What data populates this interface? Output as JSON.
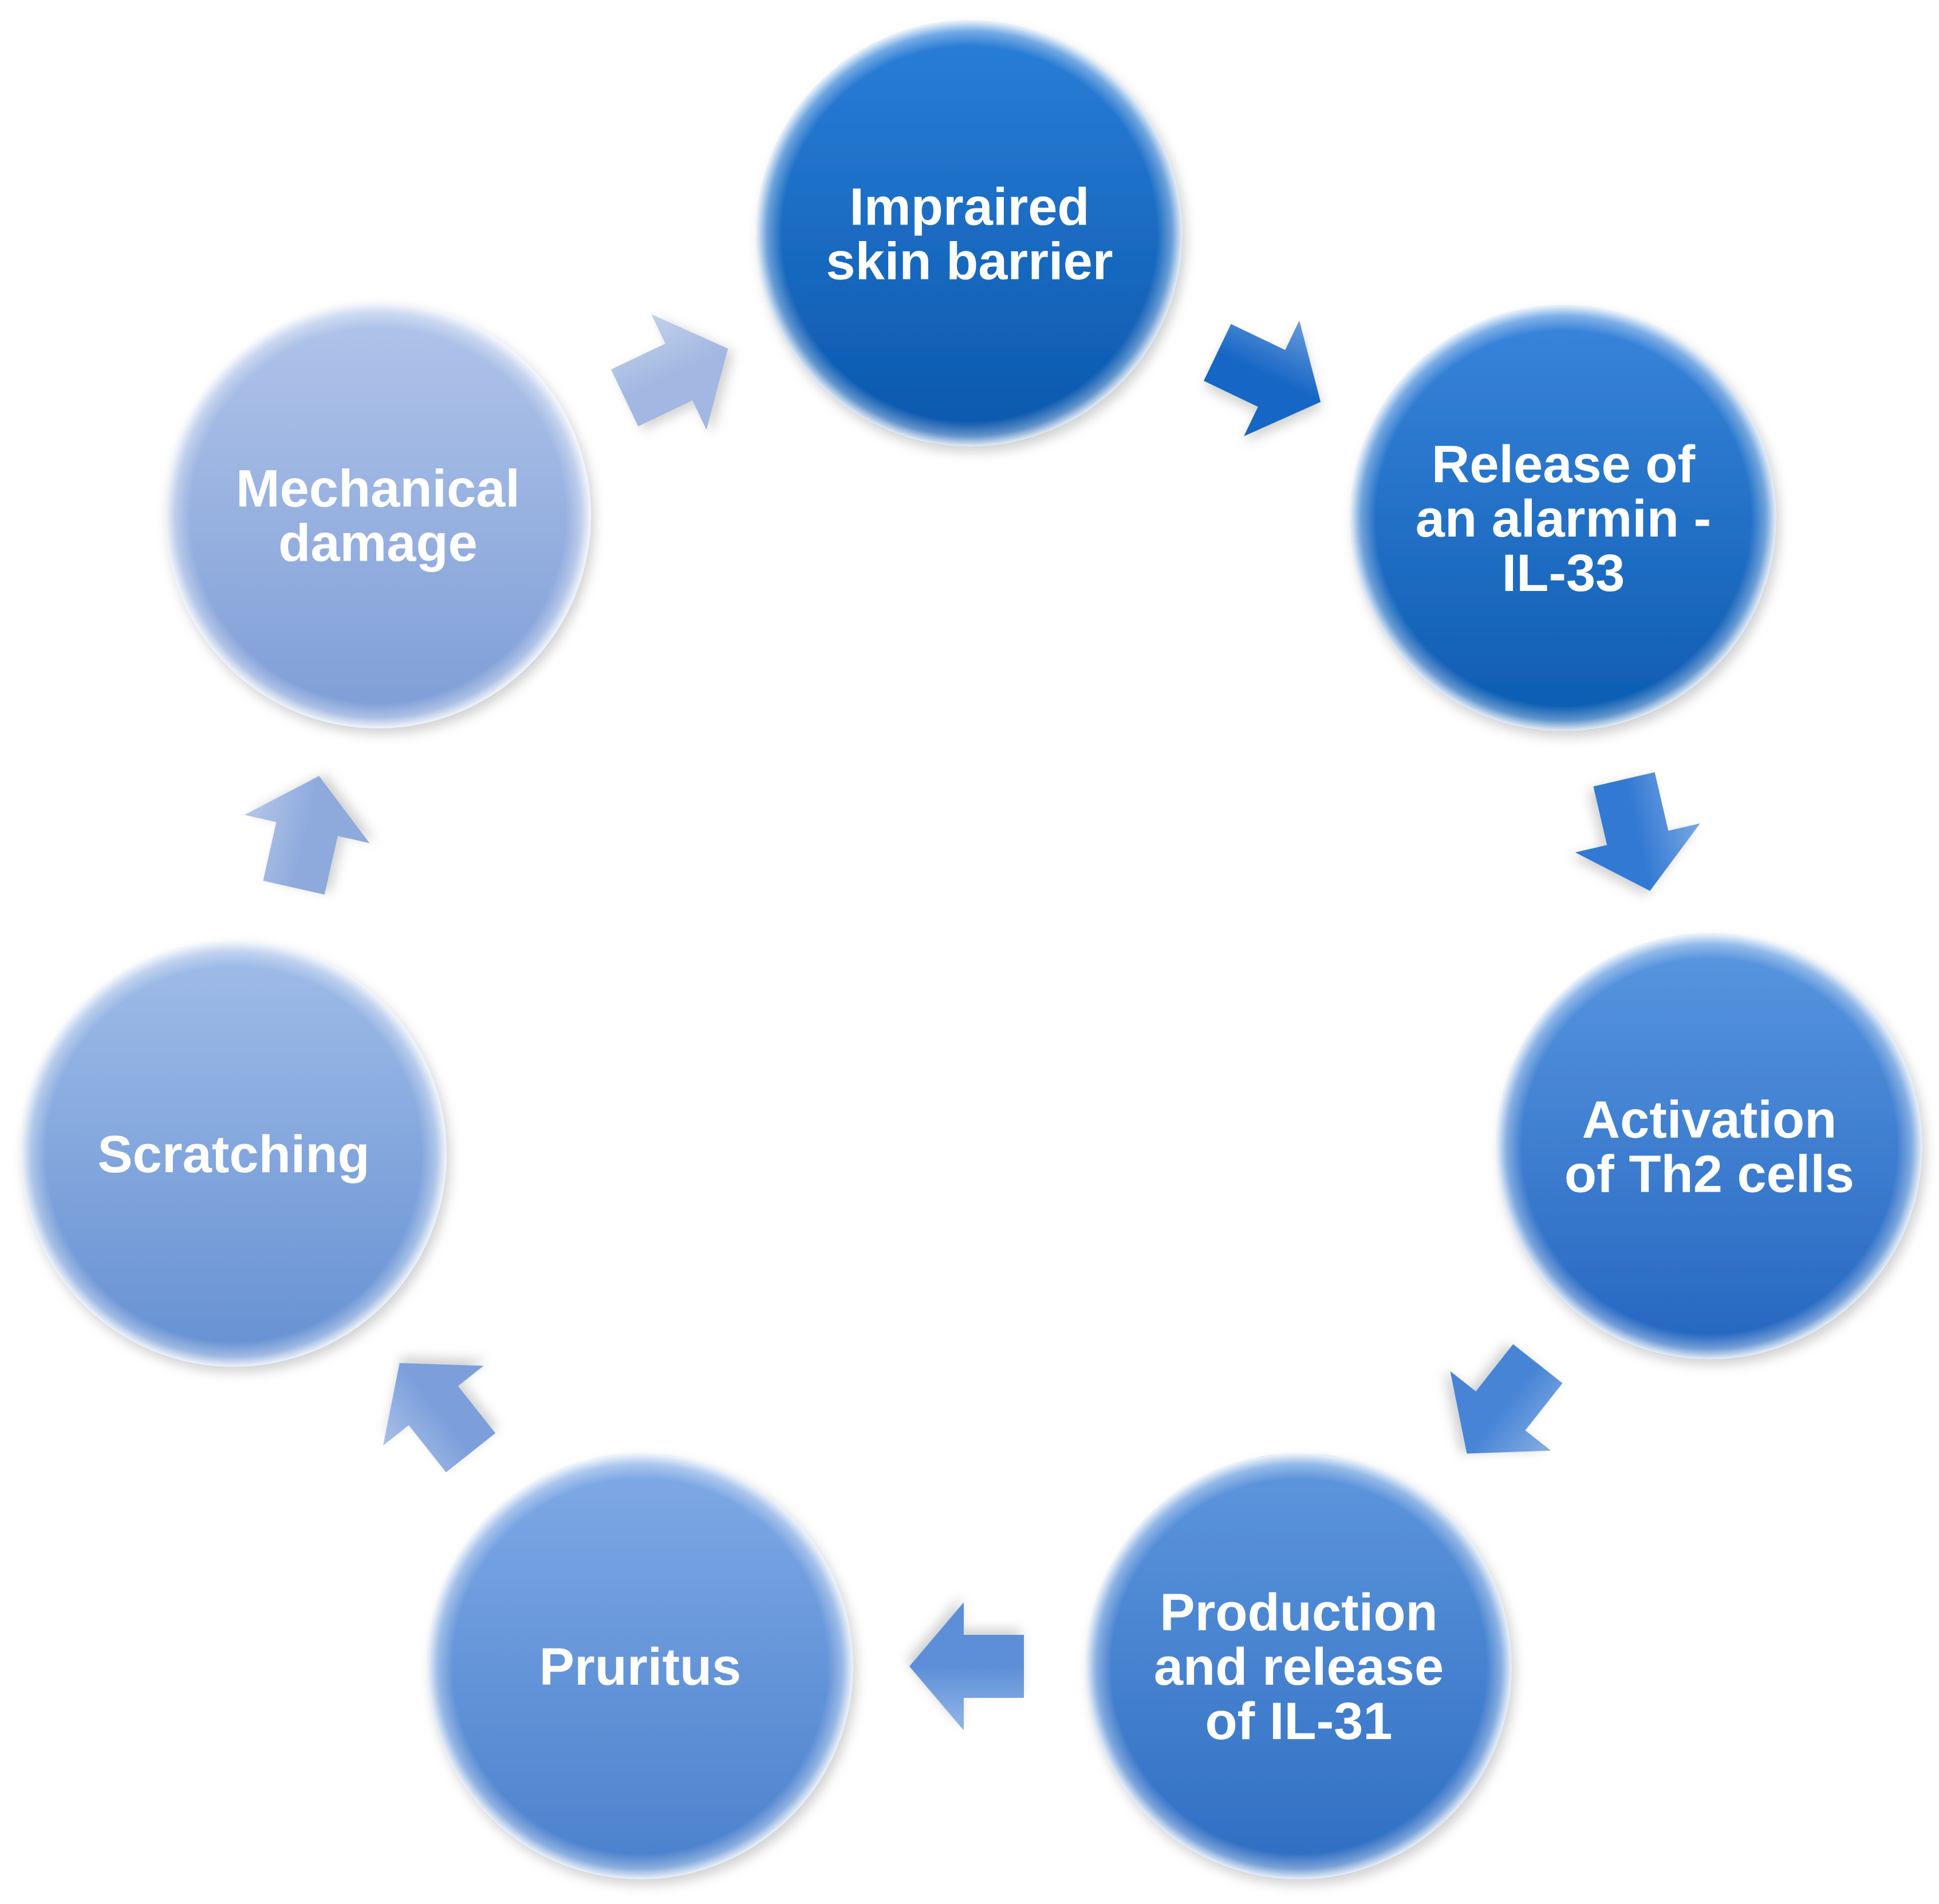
{
  "diagram": {
    "type": "cycle",
    "nodes": [
      {
        "id": "impaired-skin-barrier",
        "lines": [
          "Impraired",
          "skin barrier"
        ],
        "color_top": "#2b7fd8",
        "color_bottom": "#0a57ac"
      },
      {
        "id": "release-il33",
        "lines": [
          "Release of",
          "an alarmin -",
          "IL-33"
        ],
        "color_top": "#3a86dc",
        "color_bottom": "#0c5bb1"
      },
      {
        "id": "activation-th2",
        "lines": [
          "Activation",
          "of  Th2 cells"
        ],
        "color_top": "#5a97e0",
        "color_bottom": "#2466c0"
      },
      {
        "id": "production-il31",
        "lines": [
          "Production",
          "and release",
          "of IL-31"
        ],
        "color_top": "#5f97dd",
        "color_bottom": "#2e6dc2"
      },
      {
        "id": "pruritus",
        "lines": [
          "Pruritus"
        ],
        "color_top": "#80aae6",
        "color_bottom": "#4a80cc"
      },
      {
        "id": "scratching",
        "lines": [
          "Scratching"
        ],
        "color_top": "#a1bde8",
        "color_bottom": "#6590d2"
      },
      {
        "id": "mechanical-damage",
        "lines": [
          "Mechanical",
          "damage"
        ],
        "color_top": "#b1c5ea",
        "color_bottom": "#7e9dd6"
      }
    ],
    "arrows": [
      {
        "from": "impaired-skin-barrier",
        "to": "release-il33",
        "color": "#1566c6"
      },
      {
        "from": "release-il33",
        "to": "activation-th2",
        "color": "#3079d3"
      },
      {
        "from": "activation-th2",
        "to": "production-il31",
        "color": "#4784d6"
      },
      {
        "from": "production-il31",
        "to": "pruritus",
        "color": "#5b8fd8"
      },
      {
        "from": "pruritus",
        "to": "scratching",
        "color": "#7b9fdb"
      },
      {
        "from": "scratching",
        "to": "mechanical-damage",
        "color": "#8eaadd"
      },
      {
        "from": "mechanical-damage",
        "to": "impaired-skin-barrier",
        "color": "#a2b8e2"
      }
    ]
  }
}
